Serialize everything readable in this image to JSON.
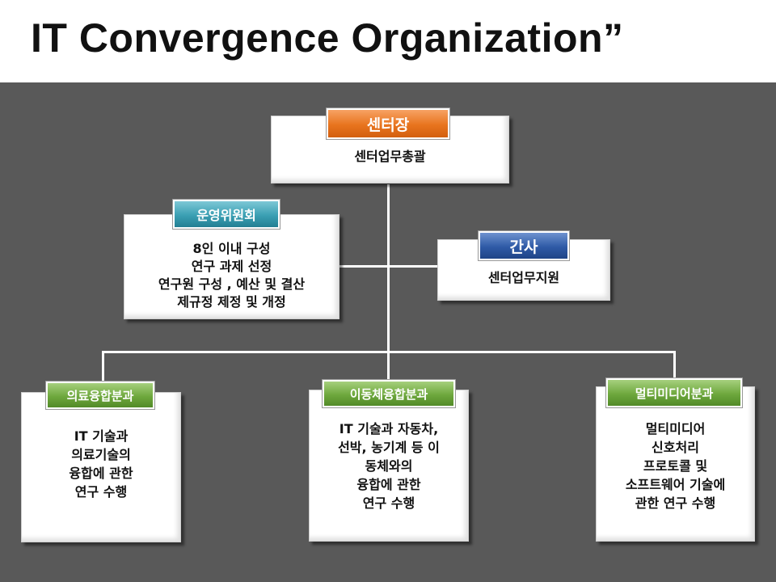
{
  "page": {
    "title": "IT Convergence Organization”"
  },
  "colors": {
    "stage_background": "#595959",
    "director_badge": "#e8741e",
    "committee_badge": "#3a9fb3",
    "secretary_badge": "#2e5aa6",
    "division_badge": "#6ea83d"
  },
  "director": {
    "badge": "센터장",
    "lines": [
      "센터업무총괄"
    ]
  },
  "committee": {
    "badge": "운영위원회",
    "lines": [
      "8인 이내 구성",
      "연구 과제 선정",
      "연구원 구성 , 예산 및 결산",
      "제규정 제정 및 개정"
    ]
  },
  "secretary": {
    "badge": "간사",
    "lines": [
      "센터업무지원"
    ]
  },
  "divisions": [
    {
      "badge": "의료융합분과",
      "lines": [
        "IT 기술과",
        "의료기술의",
        "융합에 관한",
        "연구 수행"
      ]
    },
    {
      "badge": "이동체융합분과",
      "lines": [
        "IT 기술과 자동차,",
        "선박, 농기계 등 이",
        "동체와의",
        "융합에 관한",
        "연구 수행"
      ]
    },
    {
      "badge": "멀티미디어분과",
      "lines": [
        "멀티미디어",
        "신호처리",
        "프로토콜 및",
        "소프트웨어 기술에",
        "관한 연구 수행"
      ]
    }
  ]
}
